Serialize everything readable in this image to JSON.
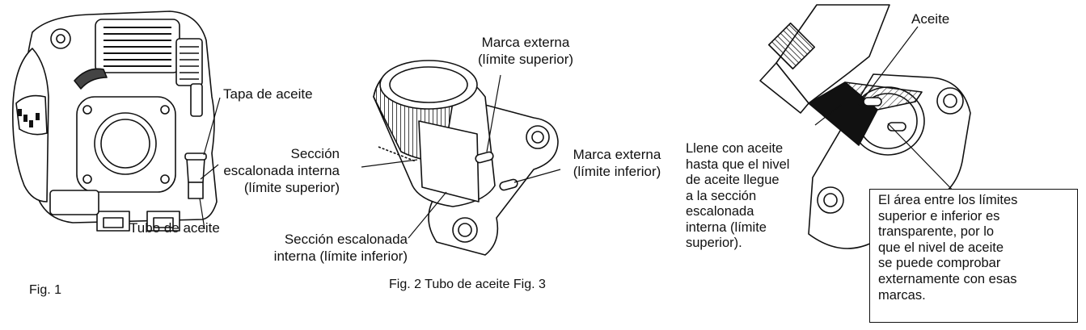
{
  "fig1": {
    "caption": "Fig. 1",
    "labels": {
      "oil_cap": "Tapa de aceite",
      "inner_step_upper": "Sección\nescalonada interna\n(límite superior)",
      "oil_tube": "Tubo de aceite"
    }
  },
  "fig2": {
    "caption": "Fig. 2  Tubo de aceite Fig. 3",
    "labels": {
      "outer_mark_upper": "Marca externa\n(límite superior)",
      "outer_mark_lower": "Marca externa\n(límite inferior)",
      "inner_step_lower": "Sección escalonada\ninterna (límite inferior)"
    }
  },
  "fig3": {
    "labels": {
      "oil": "Aceite",
      "fill_instruction": "Llene con aceite\nhasta que el nivel\nde aceite llegue\na la sección\nescalonada\ninterna (límite\nsuperior).",
      "note": "El área entre los límites\nsuperior e inferior es\ntransparente, por lo\nque el nivel de aceite\nse puede comprobar\nexternamente con esas\nmarcas."
    }
  }
}
